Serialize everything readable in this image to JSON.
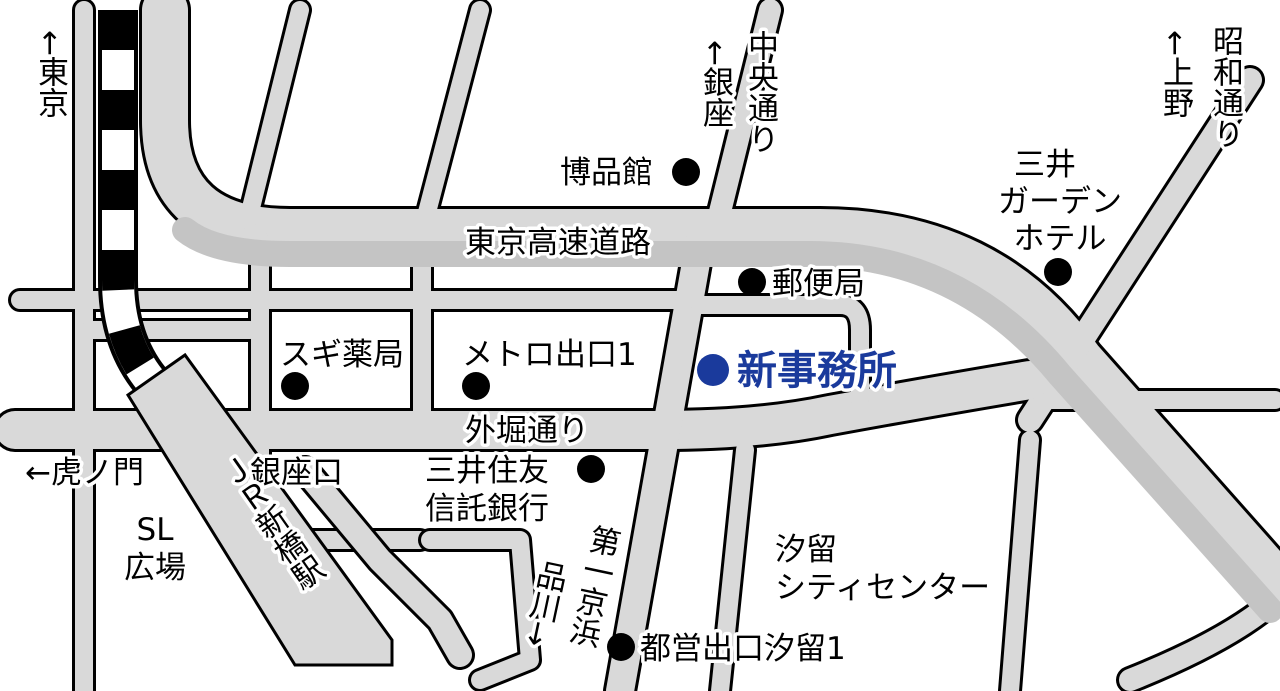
{
  "colors": {
    "road_fill": "#d9d9d9",
    "road_outline": "#000000",
    "background": "#ffffff",
    "text": "#000000",
    "office": "#1a3a9c",
    "marker": "#000000"
  },
  "labels": {
    "tokyo": "←東京",
    "ginza": "←銀座",
    "chuo_dori": "中央通り",
    "ueno": "←上野",
    "showa_dori": "昭和通り",
    "expressway": "東京高速道路",
    "hakuhinkan": "博品館",
    "mitsui_garden_1": "三井",
    "mitsui_garden_2": "ガーデン",
    "mitsui_garden_3": "ホテル",
    "post_office": "郵便局",
    "sugi_pharmacy": "スギ薬局",
    "metro_exit": "メトロ出口1",
    "new_office": "新事務所",
    "sotobori_dori": "外堀通り",
    "toranomon": "←虎ノ門",
    "ginza_exit": "銀座口",
    "jr_shinbashi": "ＪＲ新橋駅",
    "smtb_1": "三井住友",
    "smtb_2": "信託銀行",
    "sl_1": "SL",
    "sl_2": "広場",
    "daiichi_keihin": "第一京浜",
    "shinagawa": "品川→",
    "shiodome_1": "汐留",
    "shiodome_2": "シティセンター",
    "toei_exit": "都営出口汐留1"
  },
  "icons": {
    "marker": "filled-circle",
    "office_marker": "filled-circle-blue",
    "railway": "checkered-rail"
  }
}
